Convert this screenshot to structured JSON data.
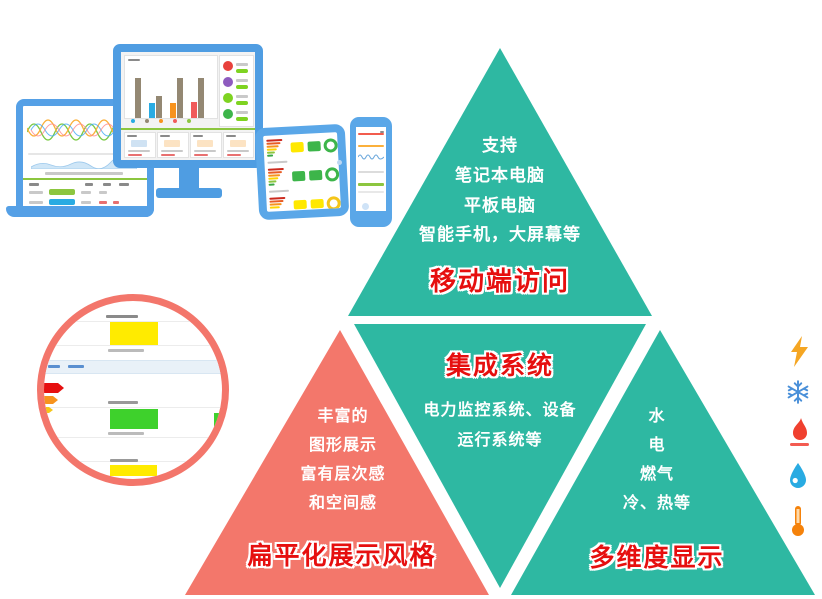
{
  "pyramid": {
    "colors": {
      "teal": "#2eb8a2",
      "salmon": "#f3776b",
      "title_red": "#e60f0f",
      "text_white": "#ffffff"
    },
    "top": {
      "lines": [
        "支持",
        "笔记本电脑",
        "平板电脑",
        "智能手机，大屏幕等"
      ],
      "title": "移动端访问"
    },
    "middle": {
      "title": "集成系统",
      "lines": [
        "电力监控系统、设备",
        "运行系统等"
      ]
    },
    "bottom_left": {
      "lines": [
        "丰富的",
        "图形展示",
        "富有层次感",
        "和空间感"
      ],
      "title": "扁平化展示风格"
    },
    "bottom_right": {
      "lines": [
        "水",
        "电",
        "燃气",
        "冷、热等"
      ],
      "title": "多维度显示"
    }
  },
  "side_icons": [
    {
      "name": "lightning-icon",
      "color": "#f5a623"
    },
    {
      "name": "snowflake-icon",
      "color": "#4a90d9"
    },
    {
      "name": "flame-icon",
      "color": "#f0402f"
    },
    {
      "name": "water-drop-icon",
      "color": "#29abe2"
    },
    {
      "name": "thermometer-icon",
      "color": "#f5820b"
    }
  ],
  "device_mockups": {
    "frame_color": "#55a0e6",
    "magnifier_ring_color": "#f3766b",
    "chart_colors": {
      "bar_tan": "#948873",
      "bar_blue": "#29abe2",
      "bar_orange": "#f7931e",
      "bar_red": "#f15b5b",
      "swatch_green": "#8cc63f",
      "swatch_blue": "#29abe2",
      "swatch_orange": "#f7931e",
      "swatch_red": "#f15b4e",
      "status_red": "#e8413c",
      "status_purple": "#8e5bbf",
      "status_lightgreen": "#7ed321",
      "status_green": "#3db54a",
      "magnifier_yellow": "#ffeb00",
      "magnifier_green": "#3ed12c"
    }
  }
}
